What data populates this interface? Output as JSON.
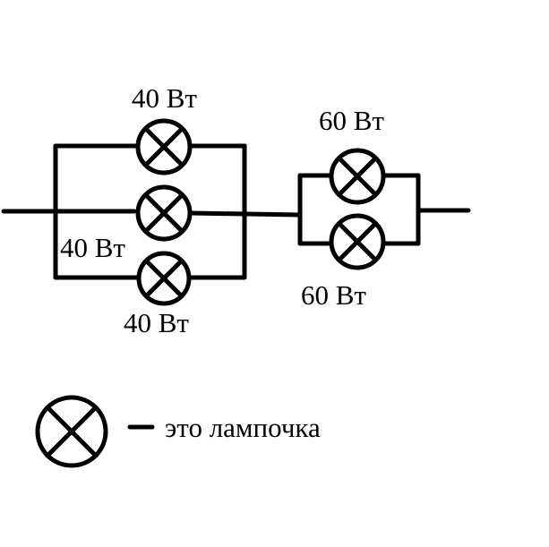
{
  "labels": {
    "lamp_top_left": "40 Вт",
    "lamp_middle_left": "40 Вт",
    "lamp_bottom_left": "40 Вт",
    "lamp_top_right": "60 Вт",
    "lamp_bottom_right": "60 Вт"
  },
  "legend": {
    "text": "это лампочка"
  },
  "icons": {
    "lamp": "lamp-icon"
  },
  "colors": {
    "line": "#000000",
    "background": "#ffffff"
  }
}
